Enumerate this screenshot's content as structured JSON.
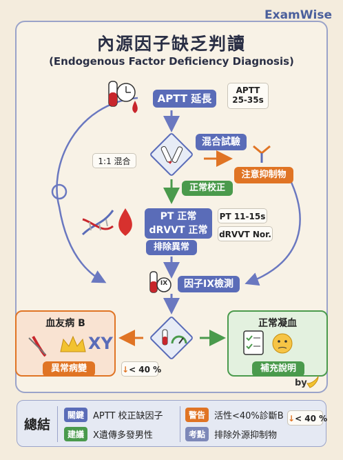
{
  "brand": "ExamWise",
  "title": "內源因子缺乏判讀",
  "subtitle": "(Endogenous Factor Deficiency Diagnosis)",
  "flow": {
    "aptt_label": "APTT 延長",
    "aptt_ref_line1": "APTT",
    "aptt_ref_line2": "25-35s",
    "mix_test": "混合試驗",
    "mix_ratio": "1:1 混合",
    "inhibitor_note": "注意抑制物",
    "corrected": "正常校正",
    "pt_line1": "PT 正常",
    "pt_line2": "dRVVT 正常",
    "pt_ref": "PT 11-15s",
    "drvvt_ref": "dRVVT Nor.",
    "exclude_abnormal": "排除異常",
    "factor_ix_test": "因子IX檢測",
    "ix_badge": "IX"
  },
  "left_panel": {
    "title": "血友病 B",
    "footer": "異常病變",
    "xy": "XY",
    "threshold": "< 40 %"
  },
  "right_panel": {
    "title": "正常凝血",
    "footer": "補充說明"
  },
  "by_label": "by",
  "summary": {
    "title": "總結",
    "items": [
      {
        "tag": "關鍵",
        "text": "APTT 校正缺因子",
        "color": "#5a6cb8"
      },
      {
        "tag": "警告",
        "text": "活性<40%診斷B",
        "color": "#e07424"
      },
      {
        "tag": "建議",
        "text": "X遺傳多發男性",
        "color": "#4a9a4c"
      },
      {
        "tag": "考點",
        "text": "排除外源抑制物",
        "color": "#7d88b8"
      }
    ],
    "threshold": "< 40 %"
  }
}
